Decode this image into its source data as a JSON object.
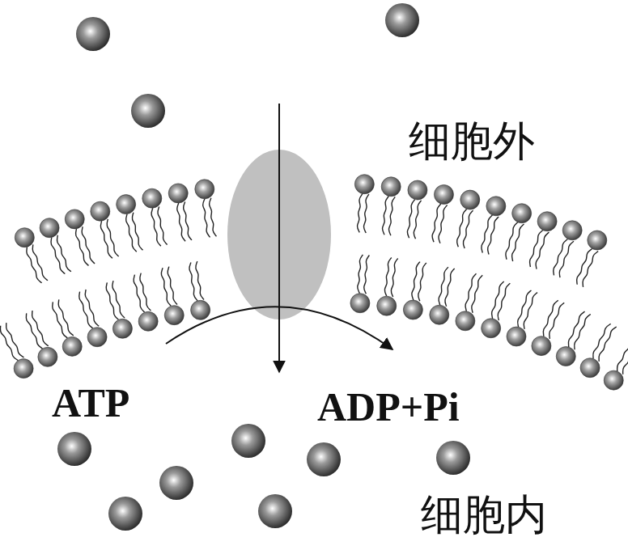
{
  "diagram": {
    "labels": [
      "细胞外",
      "ATP",
      "ADP+Pi",
      "细胞内"
    ]
  }
}
